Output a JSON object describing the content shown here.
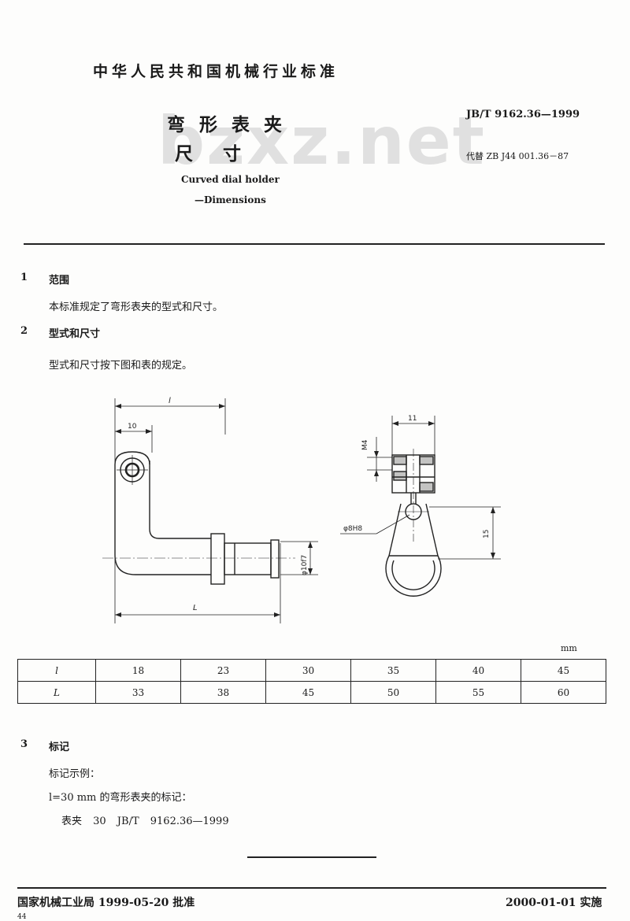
{
  "header": {
    "standard_org": "中华人民共和国机械行业标准",
    "title_line1": "弯形表夹",
    "title_line2": "尺寸",
    "title_en_line1": "Curved dial holder",
    "title_en_line2": "—Dimensions",
    "standard_code": "JB/T 9162.36—1999",
    "replaces": "代替 ZB J44 001.36－87",
    "watermark": "bzxz.net"
  },
  "sections": [
    {
      "num": "1",
      "title": "范围",
      "text": "本标准规定了弯形表夹的型式和尺寸。"
    },
    {
      "num": "2",
      "title": "型式和尺寸",
      "text": "型式和尺寸按下图和表的规定。"
    },
    {
      "num": "3",
      "title": "标记"
    }
  ],
  "drawing_labels": {
    "front_l": "l",
    "front_10": "10",
    "front_L": "L",
    "front_dia": "φ10f7",
    "side_11": "11",
    "side_m4": "M4",
    "side_hole": "φ8H8",
    "side_15": "15"
  },
  "table": {
    "unit": "mm",
    "rows": [
      {
        "head": "l",
        "values": [
          "18",
          "23",
          "30",
          "35",
          "40",
          "45"
        ]
      },
      {
        "head": "L",
        "values": [
          "33",
          "38",
          "45",
          "50",
          "55",
          "60"
        ]
      }
    ]
  },
  "marking": {
    "example_label": "标记示例：",
    "example_desc": "l=30 mm 的弯形表夹的标记：",
    "example_value": "表夹 30 JB/T 9162.36—1999"
  },
  "footer": {
    "approve": "国家机械工业局 1999-05-20 批准",
    "implement": "2000-01-01 实施",
    "page": "44"
  }
}
